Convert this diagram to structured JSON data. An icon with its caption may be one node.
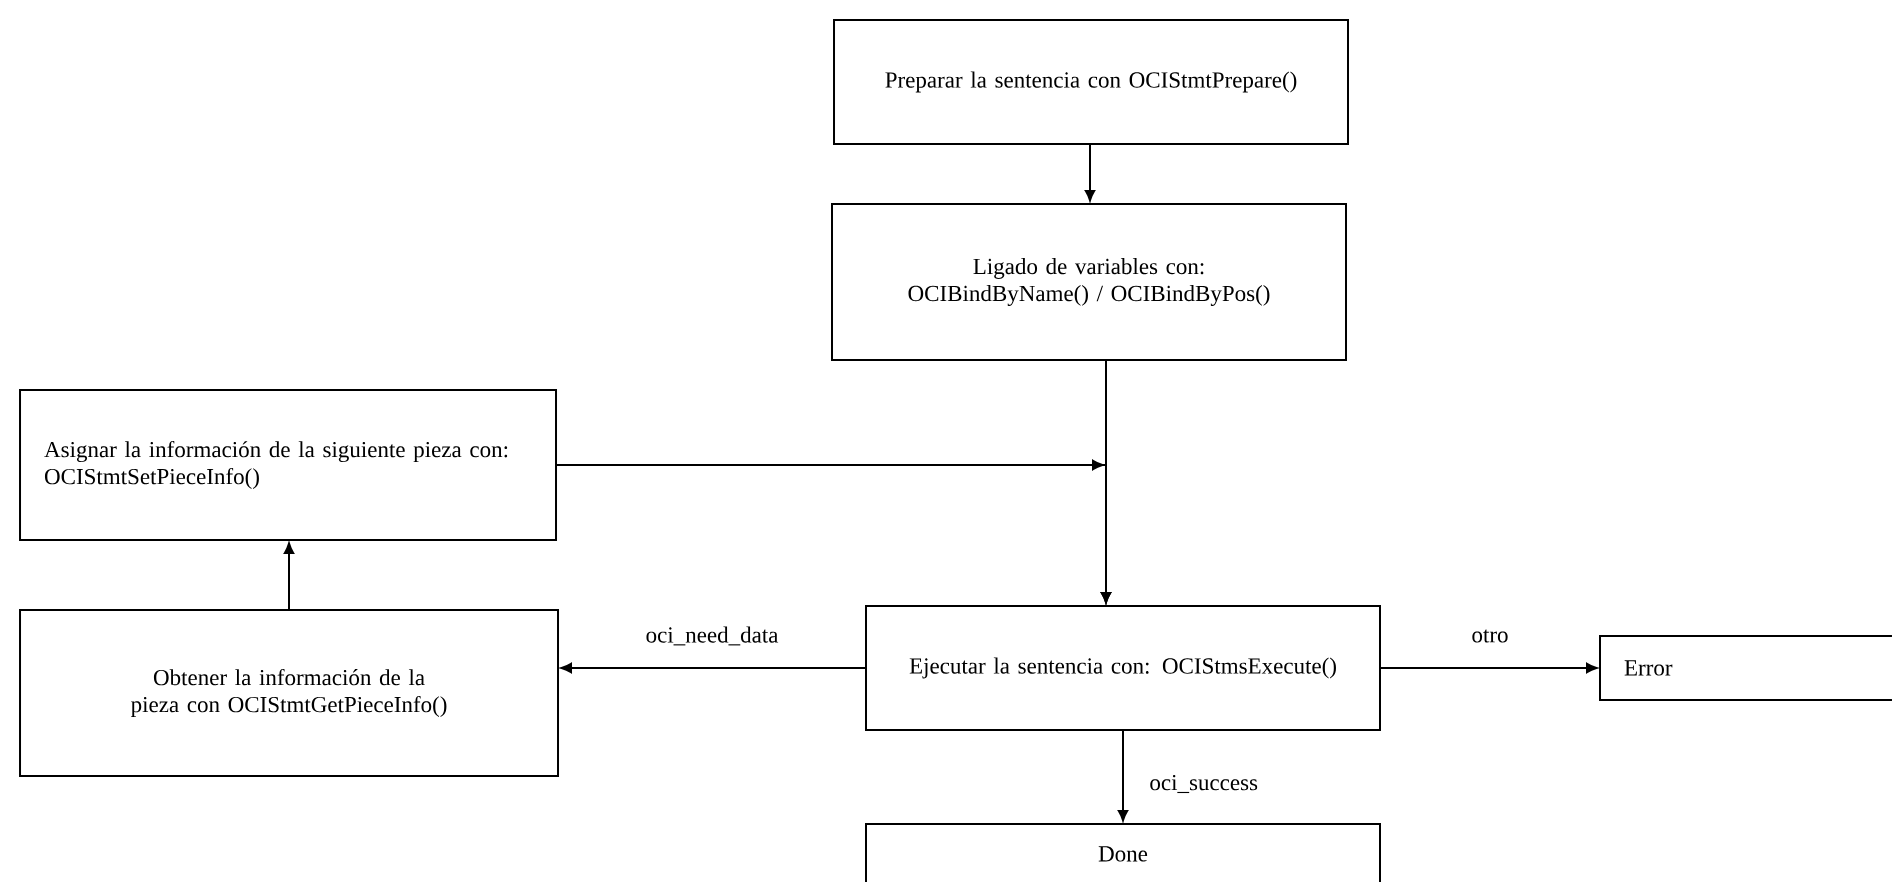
{
  "diagram": {
    "nodes": [
      {
        "text": [
          "Preparar la sentencia con OCIStmtPrepare()"
        ]
      },
      {
        "text": [
          "Ligado de variables con: OCIBindByName() / OCIBindByPos()"
        ]
      },
      {
        "text": [
          "Asignar la información de la siguiente pieza con: OCIStmtSetPieceInfo()"
        ]
      },
      {
        "text": [
          "Obtener la información de la pieza con OCIStmtGetPieceInfo()"
        ]
      },
      {
        "text": [
          "Ejecutar la sentencia con: OCIStmsExecute()"
        ]
      },
      {
        "text": [
          "Error"
        ]
      },
      {
        "text": [
          "Done"
        ]
      }
    ],
    "edges": [
      {
        "from": 0,
        "to": 1,
        "arrow": "to"
      },
      {
        "from": 1,
        "to": 4,
        "arrow": "to"
      },
      {
        "from": 2,
        "to": 4,
        "arrow": "to"
      },
      {
        "from": 4,
        "to": 3,
        "arrow": "to",
        "label": "oci_need_data"
      },
      {
        "from": 3,
        "to": 2,
        "arrow": "to"
      },
      {
        "from": 4,
        "to": 5,
        "arrow": "to",
        "label": "otro"
      },
      {
        "from": 4,
        "to": 6,
        "arrow": "to",
        "label": "oci_success"
      }
    ]
  }
}
